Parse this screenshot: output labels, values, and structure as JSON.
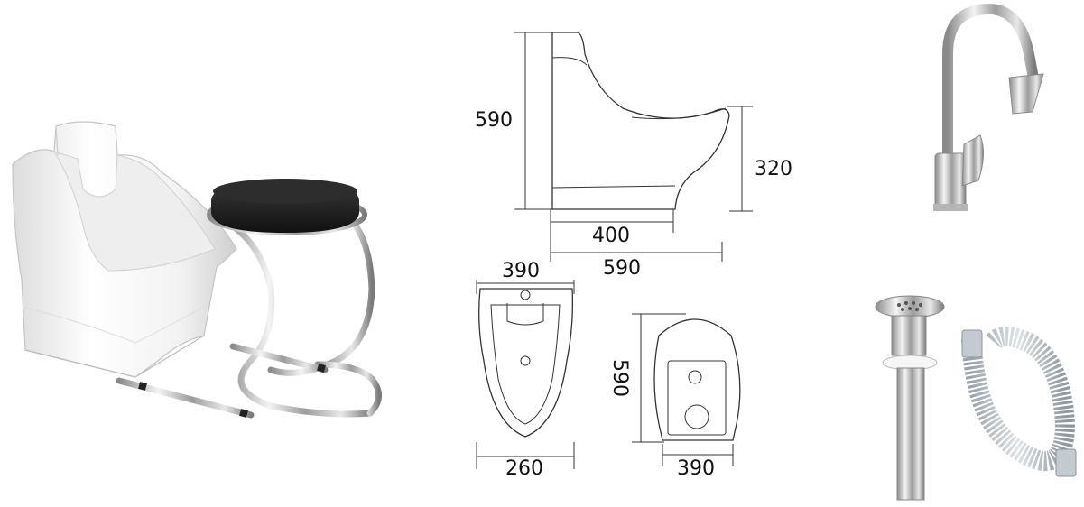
{
  "diagram": {
    "side_view": {
      "height_label": "590",
      "bowl_height_label": "320",
      "base_width_label": "400",
      "total_width_label": "590"
    },
    "top_view": {
      "top_width_label": "390",
      "bottom_width_label": "260"
    },
    "back_view": {
      "height_label": "590",
      "width_label": "390"
    }
  },
  "products": [
    {
      "name": "basin-with-stool-photo"
    },
    {
      "name": "faucet-photo"
    },
    {
      "name": "drain-and-hose-photo"
    }
  ]
}
